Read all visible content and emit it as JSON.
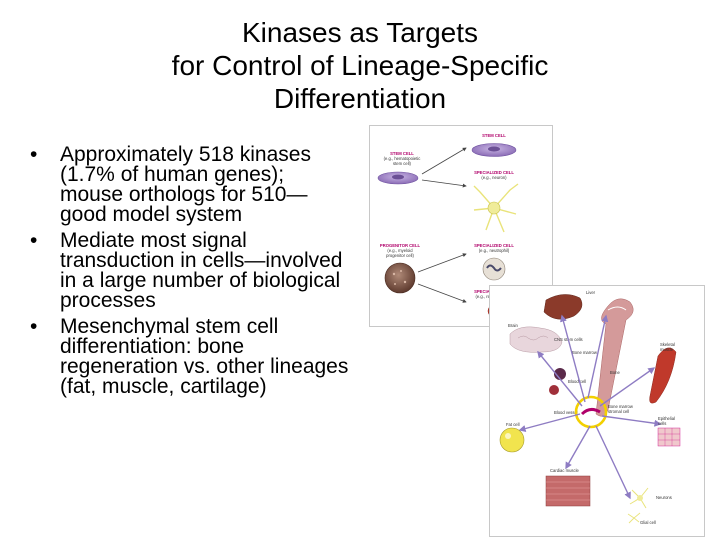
{
  "slide": {
    "title_lines": [
      "Kinases as Targets",
      "for Control of Lineage-Specific",
      "Differentiation"
    ],
    "bullets": [
      "Approximately 518 kinases (1.7% of human genes); mouse orthologs for 510—good model system",
      "Mediate most signal transduction in cells—involved in a large number of biological processes",
      "Mesenchymal stem cell differentiation:  bone regeneration vs. other lineages (fat, muscle, cartilage)"
    ],
    "bullet_symbol": "•"
  },
  "figure_top": {
    "stem_cell": "STEM CELL",
    "stem_cell_left": "STEM CELL",
    "stem_cell_left_sub1": "(e.g., hematopoietic",
    "stem_cell_left_sub2": "stem cell)",
    "specialized_neuron": "SPECIALIZED CELL",
    "specialized_neuron_sub": "(e.g., neuron)",
    "progenitor": "PROGENITOR CELL",
    "progenitor_sub1": "(e.g., myeloid",
    "progenitor_sub2": "progenitor cell)",
    "specialized_neutrophil": "SPECIALIZED CELL",
    "specialized_neutrophil_sub": "(e.g., neutrophil)",
    "specialized_rbc": "SPECIALIZED CELL",
    "specialized_rbc_sub": "(e.g., red blood cell)"
  },
  "figure_bottom": {
    "liver": "Liver",
    "brain": "Brain",
    "cns_stem_cells": "CNS stem cells",
    "bone_marrow": "Bone marrow",
    "skeletal_muscle_1": "Skeletal",
    "skeletal_muscle_2": "muscle",
    "bone": "Bone",
    "blood_cell": "Blood cell",
    "blood_vessel": "Blood vessel",
    "stromal_cell_1": "Bone marrow",
    "stromal_cell_2": "stromal cell",
    "epithelial_1": "Epithelial",
    "epithelial_2": "cells",
    "fat_cell": "Fat cell",
    "cardiac_muscle": "Cardiac muscle",
    "neurons": "Neurons",
    "glial_cell": "Glial cell"
  },
  "colors": {
    "cell_purple": "#9a7cc0",
    "rbc_red": "#c0392b",
    "arrow_purple": "#8e7cc3",
    "bone_pink": "#d49a9a",
    "highlight_yellow": "#f3d000"
  }
}
